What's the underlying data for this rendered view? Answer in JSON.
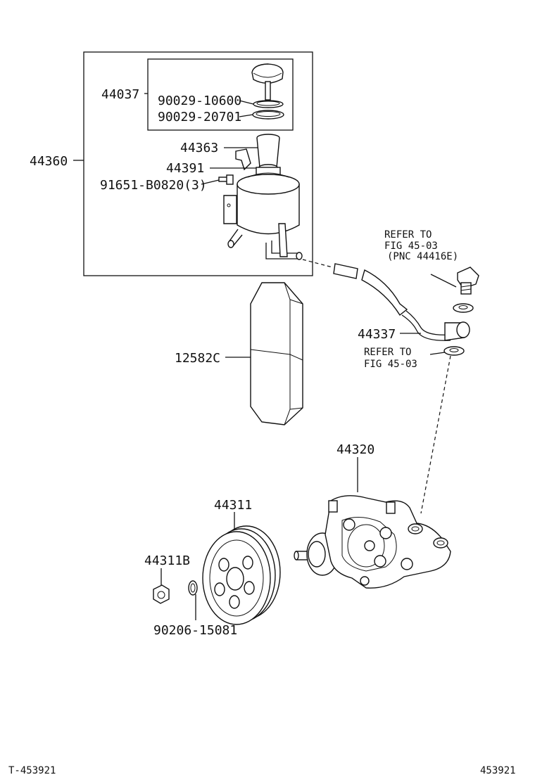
{
  "labels": {
    "p44037": "44037",
    "p90029_10600": "90029-10600",
    "p90029_20701": "90029-20701",
    "p44360": "44360",
    "p44363": "44363",
    "p44391": "44391",
    "p91651": "91651-B0820(3)",
    "refer1_line1": "REFER TO",
    "refer1_line2": "FIG 45-03",
    "refer1_line3": "(PNC 44416E)",
    "p44337": "44337",
    "refer2_line1": "REFER TO",
    "refer2_line2": "FIG 45-03",
    "p12582C": "12582C",
    "p44320": "44320",
    "p44311": "44311",
    "p44311B": "44311B",
    "p90206": "90206-15081"
  },
  "footer": {
    "left": "T-453921",
    "right": "453921"
  }
}
